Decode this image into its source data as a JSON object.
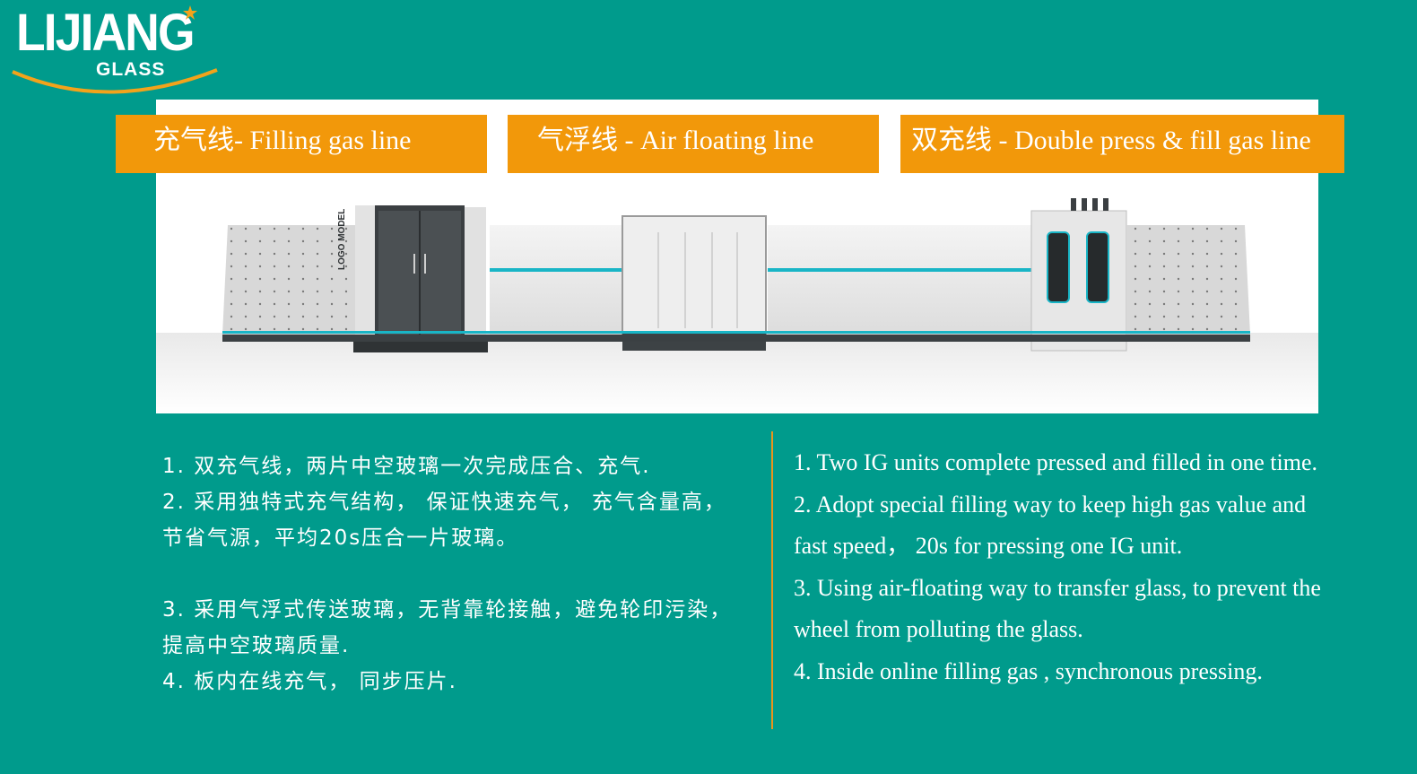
{
  "brand": {
    "name": "LIJIANG",
    "sub": "GLASS"
  },
  "tabs": [
    {
      "cn": "充气线",
      "en": "- Filling gas line"
    },
    {
      "cn": "气浮线",
      "en": " - Air floating line"
    },
    {
      "cn": "双充线",
      "en": " - Double press & fill gas line"
    }
  ],
  "machine": {
    "cabinet_label": "LOGO MODEL"
  },
  "cn_points": [
    "1. 双充气线，两片中空玻璃一次完成压合、充气.",
    "2. 采用独特式充气结构， 保证快速充气， 充气含量高，",
    "节省气源，平均20s压合一片玻璃。",
    "3. 采用气浮式传送玻璃，无背靠轮接触，避免轮印污染，",
    "提高中空玻璃质量.",
    "4. 板内在线充气， 同步压片."
  ],
  "en_points": [
    "1. Two IG units complete pressed and filled in one time.",
    "2. Adopt special filling way to keep high gas value and",
    "fast speed， 20s for pressing one IG unit.",
    "3. Using air-floating way to transfer glass, to prevent the",
    "wheel from polluting the glass.",
    "4. Inside online filling gas , synchronous pressing."
  ],
  "colors": {
    "background": "#009B8C",
    "tab": "#F2980A",
    "divider": "#E8941C",
    "accent_line": "#19B5C6"
  }
}
